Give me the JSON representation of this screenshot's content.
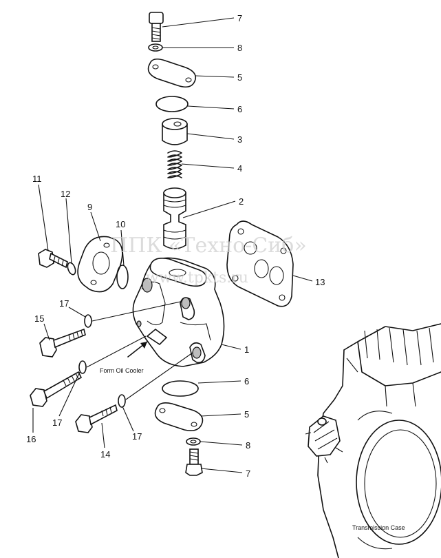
{
  "callouts": [
    "1",
    "2",
    "3",
    "4",
    "5",
    "6",
    "7",
    "8",
    "9",
    "10",
    "11",
    "12",
    "13",
    "14",
    "15",
    "16",
    "17"
  ],
  "notes": {
    "oil_cooler": "Form Oil Cooler",
    "transmission_case": "Transmission Case"
  },
  "watermark": {
    "line1": "ППК «Техно-Сиб»",
    "line2": "www.tpkts.ru"
  }
}
